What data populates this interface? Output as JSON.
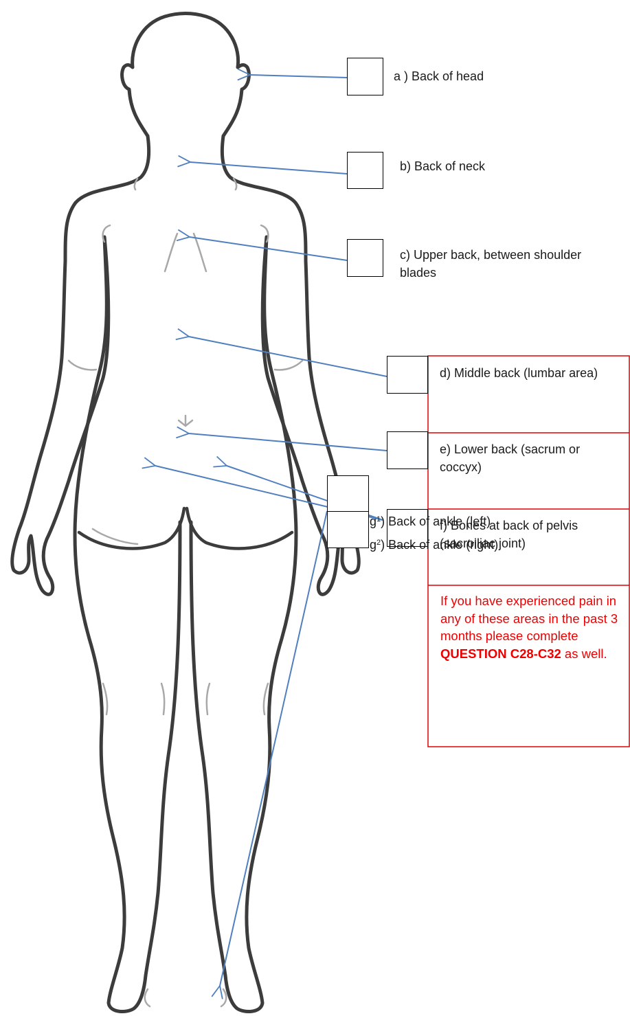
{
  "labels": {
    "a": "a ) Back of  head",
    "b": "b) Back of neck",
    "c": "c) Upper back, between shoulder blades",
    "d": "d) Middle back (lumbar area)",
    "e": "e) Lower back (sacrum or coccyx)",
    "f": "f) Bones at back of pelvis (sacroiliac joint)",
    "g1_prefix": "g",
    "g1_sup": "1",
    "g1_text": ") Back of  ankle (left)",
    "g2_prefix": "g",
    "g2_sup": "2",
    "g2_text": ") Back of  ankle (right)"
  },
  "note": {
    "text_before": "If you have experienced pain in any of these areas in the past 3 months please complete ",
    "emphasis": "QUESTION C28-C32",
    "text_after": " as well."
  },
  "colors": {
    "arrow": "#4f7fbe",
    "body_outline": "#3c3c3c",
    "body_detail": "#a8a8a8",
    "note_red": "#ee0000",
    "panel_border": "#e00000"
  }
}
